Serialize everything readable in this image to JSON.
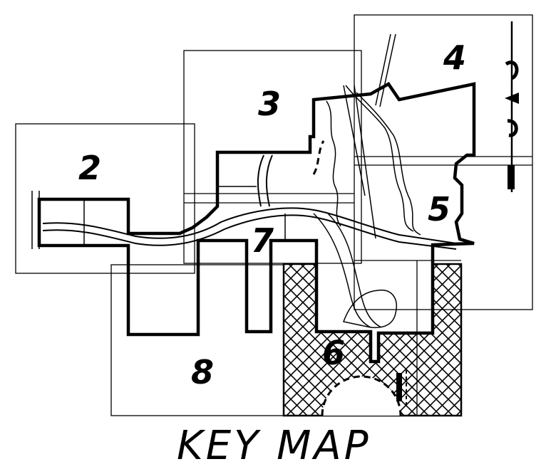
{
  "title": "KEY MAP",
  "sheets": [
    {
      "id": "2",
      "label": "2"
    },
    {
      "id": "3",
      "label": "3"
    },
    {
      "id": "4",
      "label": "4"
    },
    {
      "id": "5",
      "label": "5"
    },
    {
      "id": "6",
      "label": "6"
    },
    {
      "id": "7",
      "label": "7"
    },
    {
      "id": "8",
      "label": "8"
    }
  ],
  "colors": {
    "ink": "#000000",
    "paper": "#ffffff"
  }
}
